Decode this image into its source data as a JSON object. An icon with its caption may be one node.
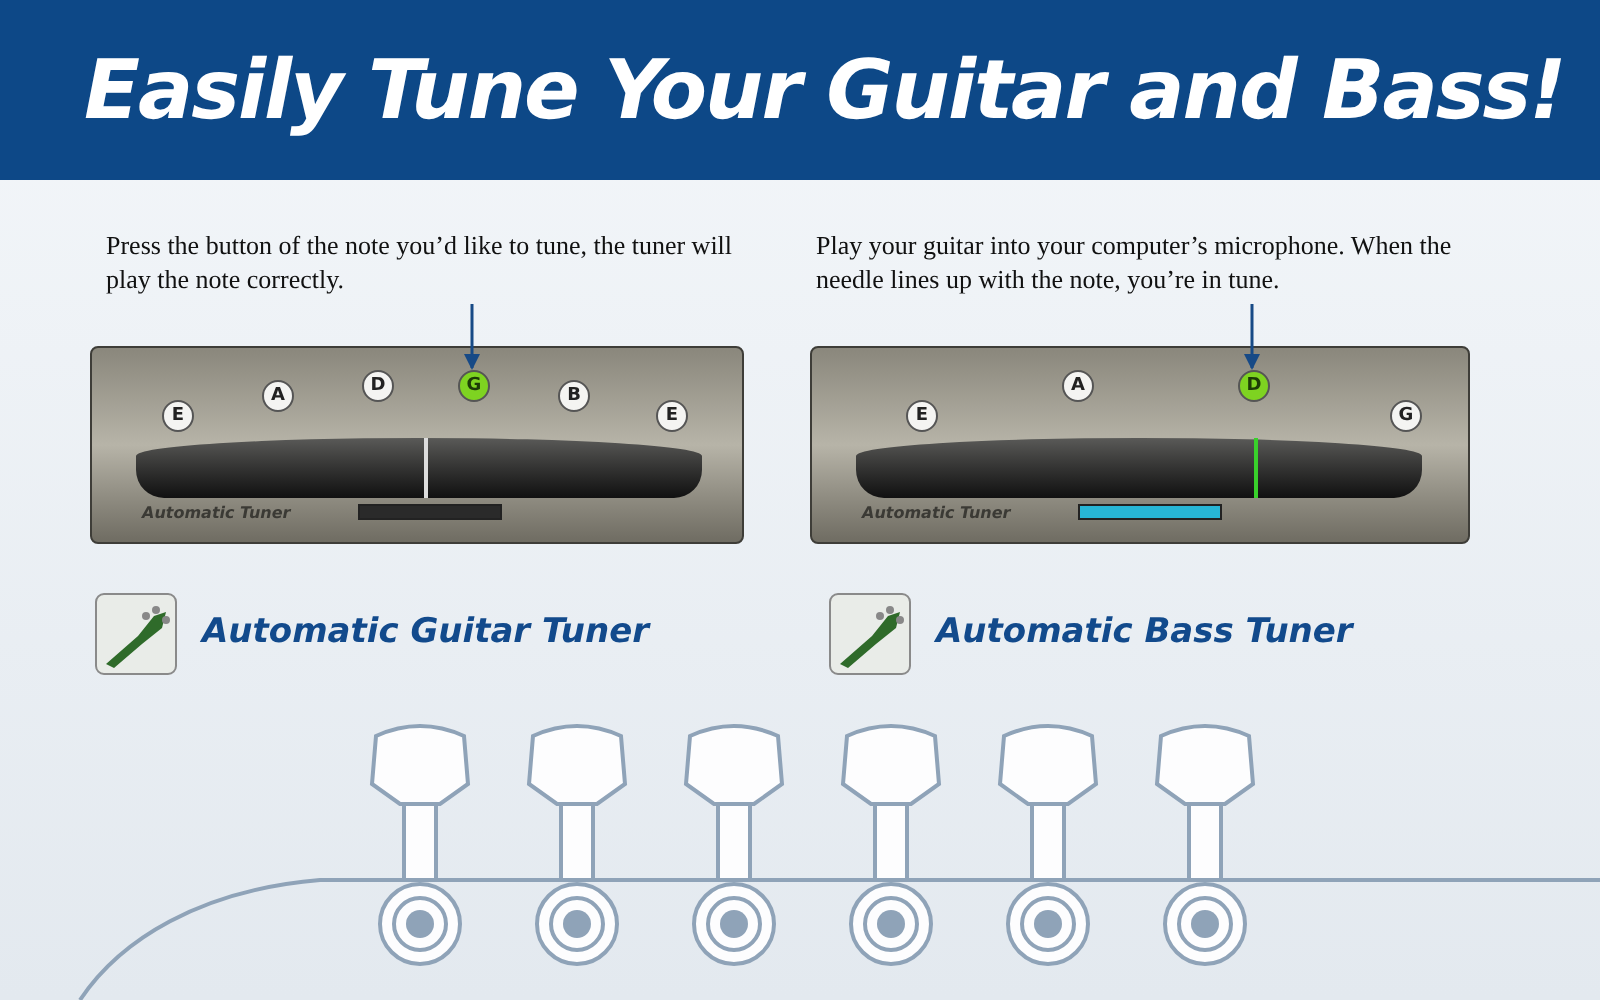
{
  "diagram": {
    "title": "Easily Tune Your Guitar and Bass!",
    "nodes": [
      {
        "text": [
          "Automatic Tuner"
        ]
      },
      {
        "text": [
          "E"
        ],
        "in": 0
      },
      {
        "text": [
          "A"
        ],
        "in": 0
      },
      {
        "text": [
          "D"
        ],
        "in": 0
      },
      {
        "text": [
          "G"
        ],
        "in": 0
      },
      {
        "text": [
          "B"
        ],
        "in": 0
      },
      {
        "text": [
          "E"
        ],
        "in": 0
      },
      {
        "text": [
          "Automatic Tuner"
        ]
      },
      {
        "text": [
          "E"
        ],
        "in": 7
      },
      {
        "text": [
          "A"
        ],
        "in": 7
      },
      {
        "text": [
          "D"
        ],
        "in": 7
      },
      {
        "text": [
          "G"
        ],
        "in": 7
      },
      {
        "text": [
          "Press the button of the note you’d like to tune, the tuner will play the note correctly."
        ]
      },
      {
        "text": [
          "Play your guitar into your computer’s microphone. When the needle lines up with the note, you’re in tune."
        ]
      }
    ],
    "edges": [
      {
        "from": 12,
        "to": 4,
        "arrow": "to"
      },
      {
        "from": 13,
        "to": 10,
        "arrow": "to"
      }
    ],
    "labels": [
      "Automatic Guitar Tuner",
      "Automatic Bass Tuner"
    ]
  }
}
